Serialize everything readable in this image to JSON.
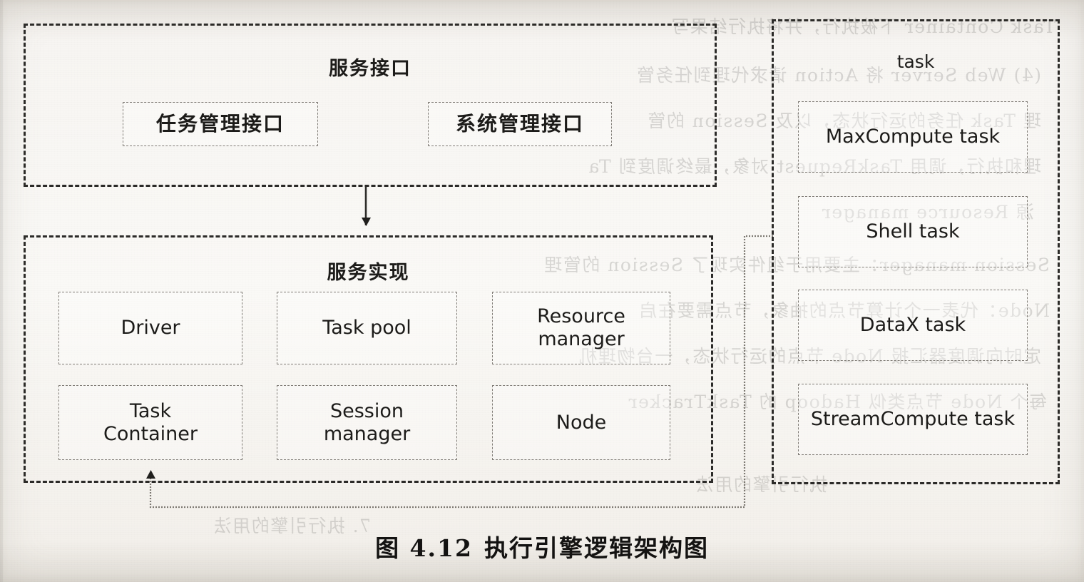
{
  "page": {
    "caption_number": "图 4.12",
    "caption_text": "执行引擎逻辑架构图"
  },
  "ghost_text": {
    "note": "faint mirrored bleed-through text from the reverse side of the scanned page",
    "lines": [
      "Task Container 下被执行，并将执行结果写",
      "(4) Web Server 将 Action 请求代理到任务管",
      "理 Task 任务的运行状态，以及 Session 的管",
      "理和执行，调用 TaskRequest 对象，最终调度到 Ta",
      "源 Resource manager",
      "Session manager：主要用于组件实现了 Session 的管理",
      "Node：代表一个计算节点的抽象，节点需要在启",
      "定时向调度器汇报 Node 节点的运行状态，一台物理机",
      "每个 Node 节点类似 Hadoop 的 TaskTracker",
      "执行引擎的用法",
      "7. 执行引擎的用法"
    ]
  },
  "diagram": {
    "type": "layered-architecture",
    "panels": [
      {
        "id": "service-interface",
        "title": "服务接口",
        "title_lang": "cjk",
        "nodes": [
          {
            "id": "task-mgmt-api",
            "label": "任务管理接口",
            "lang": "cjk"
          },
          {
            "id": "system-mgmt-api",
            "label": "系统管理接口",
            "lang": "cjk"
          }
        ]
      },
      {
        "id": "service-implementation",
        "title": "服务实现",
        "title_lang": "cjk",
        "nodes": [
          {
            "id": "driver",
            "label": "Driver",
            "lang": "en"
          },
          {
            "id": "task-pool",
            "label": "Task pool",
            "lang": "en"
          },
          {
            "id": "resource-manager",
            "label": "Resource\nmanager",
            "lang": "en"
          },
          {
            "id": "task-container",
            "label": "Task\nContainer",
            "lang": "en"
          },
          {
            "id": "session-manager",
            "label": "Session\nmanager",
            "lang": "en"
          },
          {
            "id": "node",
            "label": "Node",
            "lang": "en"
          }
        ]
      },
      {
        "id": "task",
        "title": "task",
        "title_lang": "en",
        "nodes": [
          {
            "id": "maxcompute-task",
            "label": "MaxCompute task",
            "lang": "en"
          },
          {
            "id": "shell-task",
            "label": "Shell task",
            "lang": "en"
          },
          {
            "id": "datax-task",
            "label": "DataX task",
            "lang": "en"
          },
          {
            "id": "streamcompute-task",
            "label": "StreamCompute task",
            "lang": "en"
          }
        ]
      }
    ],
    "connectors": [
      {
        "id": "interface-to-implementation",
        "from": "service-interface",
        "to": "service-implementation",
        "arrow": "down"
      },
      {
        "id": "task-to-task-container",
        "from": "task",
        "to": "task-container",
        "arrow": "up"
      }
    ]
  },
  "colors": {
    "paper": "#f7f5f2",
    "ink": "#1c1b19",
    "panel_border": "#2b2a28",
    "node_border": "#807c76",
    "ghost_ink": "#31302e"
  }
}
